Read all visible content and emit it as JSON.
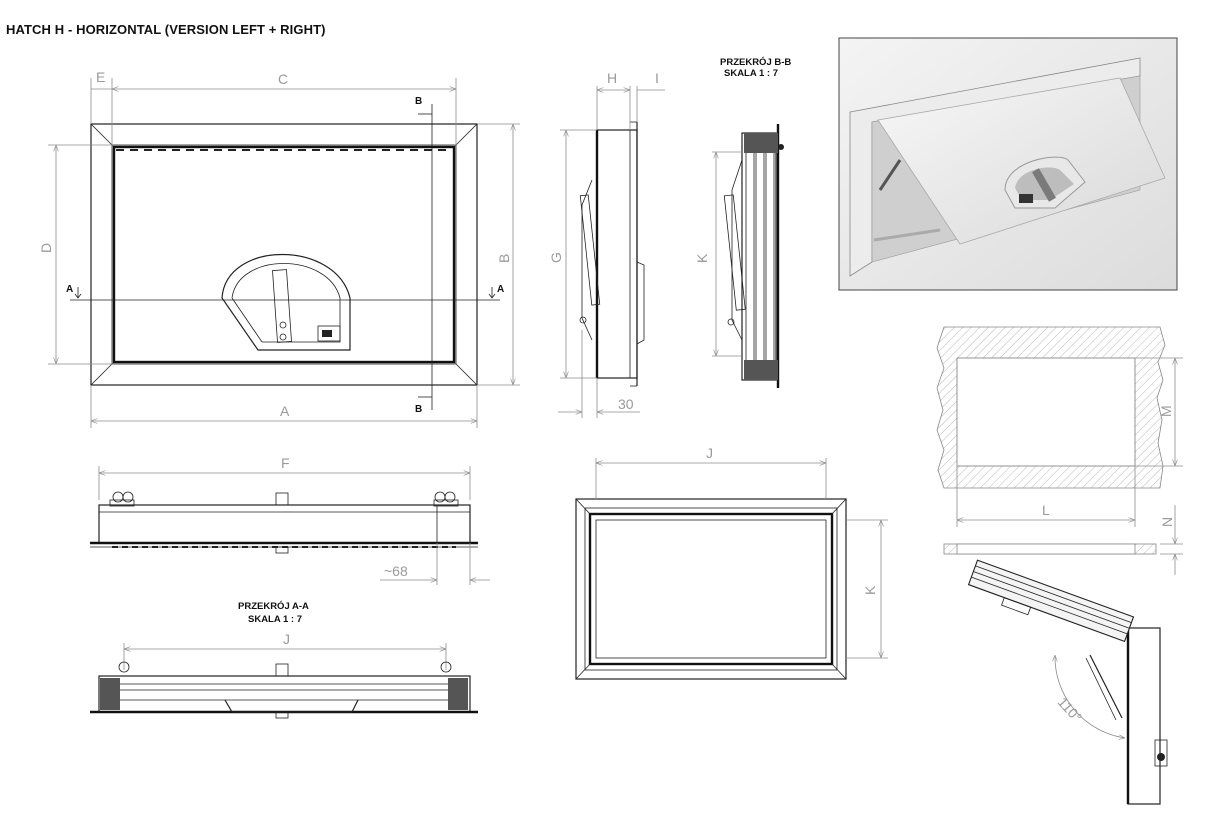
{
  "title": "HATCH H - HORIZONTAL (VERSION LEFT + RIGHT)",
  "front_view": {
    "dims": {
      "e": "E",
      "c": "C",
      "d": "D",
      "b": "B",
      "a": "A"
    },
    "section_marks": {
      "a_left": "A",
      "a_right": "A",
      "b_top": "B",
      "b_bottom": "B"
    }
  },
  "side_view": {
    "dims": {
      "h": "H",
      "i": "I",
      "g": "G",
      "depth": "30"
    }
  },
  "section_bb": {
    "title": "PRZEKRÓJ B-B",
    "scale": "SKALA 1 : 7",
    "dims": {
      "k": "K"
    }
  },
  "top_view": {
    "dims": {
      "f": "F",
      "protrusion": "~68"
    }
  },
  "section_aa": {
    "title": "PRZEKRÓJ A-A",
    "scale": "SKALA 1 : 7",
    "dims": {
      "j": "J"
    }
  },
  "back_view": {
    "dims": {
      "j": "J",
      "k": "K"
    }
  },
  "wall_opening": {
    "dims": {
      "m": "M",
      "l": "L",
      "n": "N"
    }
  },
  "open_view": {
    "angle": "110°"
  },
  "photo": {
    "icon": "hatch-photo-icon"
  }
}
